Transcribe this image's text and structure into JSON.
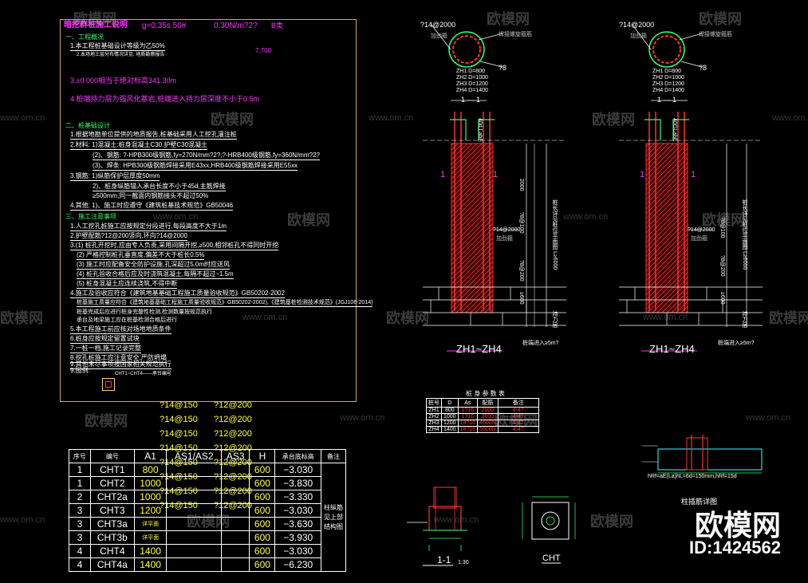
{
  "notes": {
    "title": "暗挖群桩施工说明",
    "title_suffix": "g=0.35s.50#",
    "title_tail": "0.30N/m?2?",
    "title_tail2": "B类",
    "section1": "一、工程概况",
    "line1": "1.本工程桩基础设计等级为乙50%",
    "line2": "2.本场地土层分布情况详见:   地质勘察报告",
    "line3": "3.±0.000相当于绝对标高341.30m",
    "line4": "4.桩端持力层为强风化基岩,桩端进入持力层深度不小于0.5m",
    "side_num": "7.700",
    "section2": "二、桩基础设计",
    "m1": "1.根据地勘单位提供的地质报告,桩基础采用人工挖孔灌注桩",
    "m2": "2.材料: 1)混凝土:桩身混凝土C30,护壁C30混凝土",
    "m3": "(2)、钢筋: ?-HPB300级钢筋,fy=270N/mm?2?;?-HRB400级钢筋,fy=360N/mm?2?",
    "m4": "(3)、焊条: HPB300级钢筋焊接采用E43xx,HRB400级钢筋焊接采用E55xx",
    "m5": "3.钢筋: 1)纵筋保护层厚度50mm",
    "m6": "2)、桩身纵筋锚入承台长度不小于45d,主筋焊接",
    "m7": "≥500mm,同一截面内钢筋接头不超过50%",
    "m8": "4.其他: 1)、施工时应遵守《建筑桩基技术规范》GB50046",
    "section3": "三、施工注意事项",
    "n1": "1.人工挖孔桩施工应按规定分段进行,每段高度不大于1m",
    "n2": "2.护壁配筋?12@200竖向,环向?14@2000",
    "n3": "3.(1) 桩孔开挖时,应由专人负责,采用间隔开挖,≥500,相邻桩孔不得同时开挖",
    "n4": "(2) 严格控制桩孔垂直度,偏差不大于桩长0.5%",
    "n5": "(3) 施工时应配备安全防护设施,孔深超过5.0m时应送风",
    "n6": "(4) 桩孔验收合格后应及时浇筑混凝土,每隔不超过~1.5m",
    "n7": "(5) 桩身混凝土应连续浇筑,不得中断",
    "n8": "4.施工及验收应符合《建筑地基基础工程施工质量验收规范》GB50202-2002",
    "n9": "桩基施工质量应符合《建筑地基基础工程施工质量验收规范》GB50202-2002),《建筑基桩检测技术规范》(JGJ106-2014)",
    "n10": "桩基完成后应进行桩身完整性检测,检测数量按规范执行",
    "n11": "承台及地梁施工应在桩基检测合格后进行",
    "n12": "5.本工程施工前应核对场地地质条件",
    "n13": "6.桩身应按规定留置试块",
    "n14": "7.一桩一档,施工记录完整",
    "n15": "8.挖孔桩施工应注意安全,严防坍塌",
    "n16": "9.其他未尽事项按国家相关规范执行",
    "n17": "9.图例:",
    "legend_text": "CHT1~CHT4——承台编号"
  },
  "section_top_left": {
    "spec": "?14@2000",
    "sub": "加劲箍",
    "note": "焊接螺旋箍筋",
    "bar": "?8",
    "rows": [
      "ZH1 D=800",
      "ZH2 D=1000",
      "ZH3 D=1200",
      "ZH4 D=1400"
    ],
    "cut": "1 — 1"
  },
  "section_top_right": {
    "spec": "?14@2000",
    "sub": "加劲箍",
    "note": "焊接螺旋箍筋",
    "bar": "?8",
    "rows": [
      "ZH1 D=800",
      "ZH2 D=1000",
      "ZH3 D=1200",
      "ZH4 D=1400"
    ],
    "cut": "1 — 1"
  },
  "pile_left": {
    "label": "ZH1~ZH4",
    "dims": [
      "40d,LabE",
      "2000",
      "?8@100",
      "?8@200",
      "≥600"
    ],
    "spec": "?14@2000",
    "spec_sub": "加劲箍",
    "right_dim": "桩长详见桩位平面图 L≥6000",
    "cut_mark": "1",
    "note": "桩端进入≥5m?",
    "right_small": "持力层"
  },
  "pile_right": {
    "label": "ZH1~ZH4",
    "dims": [
      "40GLabE",
      "?8@100",
      "?8@200",
      "≥600"
    ],
    "spec": "?14@2000",
    "spec_sub": "加劲箍",
    "right_dim": "桩长详见桩位平面图 L≥6000",
    "cut_mark": "1",
    "note": "桩端进入≥5m?",
    "right_small": "持力层"
  },
  "pile_table": {
    "title": "桩 身 参 数 表",
    "headers": [
      "桩号",
      "D",
      "As",
      "配筋",
      "备注"
    ],
    "rows": [
      [
        "ZH1",
        "800",
        "1?16",
        "2000",
        "4-4?"
      ],
      [
        "ZH2",
        "1000",
        "1?16",
        "3600",
        "4-4?"
      ],
      [
        "ZH3",
        "1200",
        "18?16",
        "4600N",
        "4-4?"
      ],
      [
        "ZH4",
        "1400",
        "18?16",
        "5600N",
        "4-4?"
      ]
    ]
  },
  "rebar_col": {
    "a": [
      "?14@150",
      "?14@150",
      "?14@150",
      "?14@150",
      "?14@150",
      "?14@150",
      "?14@150",
      "?14@150"
    ],
    "b": [
      "?12@200",
      "?12@200",
      "?12@200",
      "?12@200",
      "?12@200",
      "?12@200",
      "?12@200",
      "?12@200"
    ]
  },
  "cap_table": {
    "headers": [
      "序号",
      "编号",
      "A1",
      "AS1/AS2",
      "AS3",
      "H",
      "承台底标高",
      "备注"
    ],
    "rows": [
      [
        "1",
        "CHT1",
        "800",
        "",
        "",
        "600",
        "−3.030"
      ],
      [
        "1",
        "CHT2",
        "1000",
        "",
        "",
        "600",
        "−3.830"
      ],
      [
        "2",
        "CHT2a",
        "1000",
        "",
        "",
        "600",
        "−3.330"
      ],
      [
        "3",
        "CHT3",
        "1200",
        "",
        "",
        "600",
        "−3.030"
      ],
      [
        "3",
        "CHT3a",
        "详平面",
        "",
        "",
        "600",
        "−3.630"
      ],
      [
        "3",
        "CHT3b",
        "详平面",
        "",
        "",
        "600",
        "−3.930"
      ],
      [
        "4",
        "CHT4",
        "1400",
        "",
        "",
        "600",
        "−3.030"
      ],
      [
        "4",
        "CHT4a",
        "1400",
        "",
        "",
        "600",
        "−6.230"
      ]
    ],
    "remark": "柱纵筋 见上部 结构图"
  },
  "detail_11": {
    "label": "1-1",
    "scale": "1:30"
  },
  "detail_cht": {
    "label": "CHT"
  },
  "right_detail": {
    "note": "hRf=aE(La)hL=6d=150mm,hRf=15d",
    "title": "柱插筋详图"
  },
  "watermarks": {
    "brand": "欧模网",
    "url": "www.om.cn",
    "logo": "欧模网",
    "id": "ID:1424562"
  }
}
